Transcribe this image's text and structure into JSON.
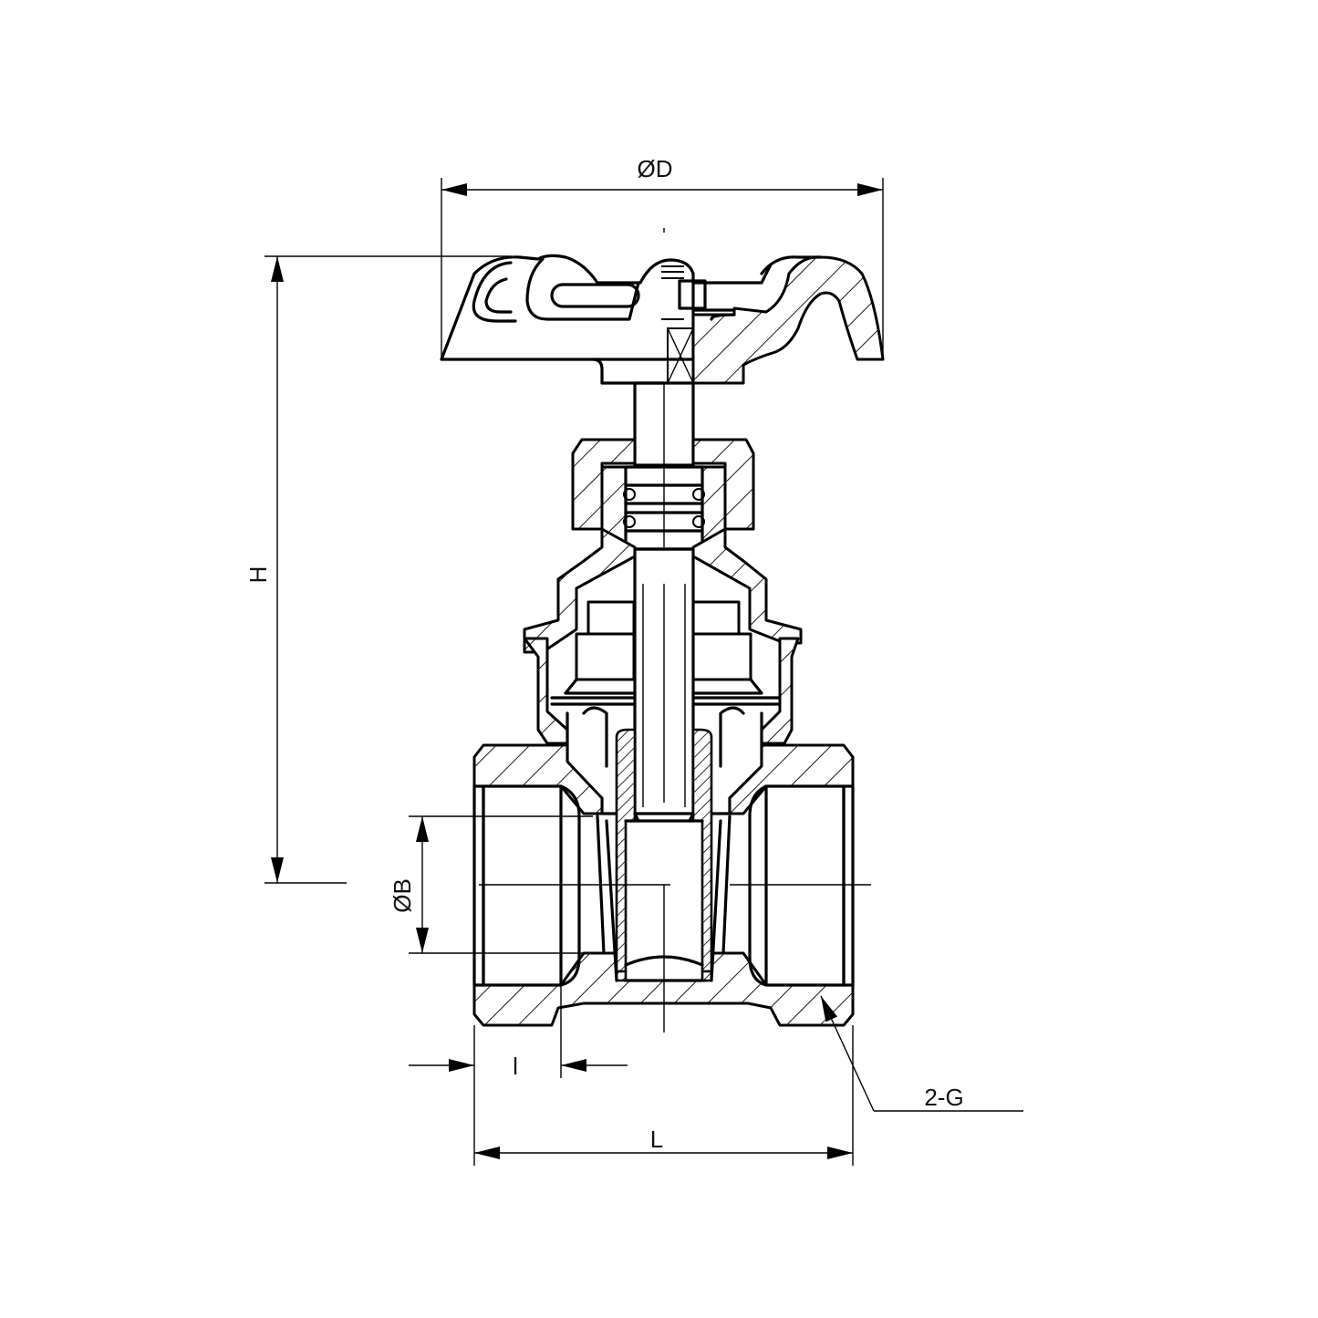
{
  "drawing": {
    "subject": "Gate valve sectional drawing",
    "line_color": "#000000",
    "background": "#ffffff"
  },
  "dimensions": {
    "handwheel_diameter": {
      "label": "ØD"
    },
    "height": {
      "label": "H"
    },
    "bore_diameter": {
      "label": "ØB"
    },
    "thread_length": {
      "label": "l"
    },
    "length": {
      "label": "L"
    },
    "thread": {
      "label": "2-G"
    }
  }
}
